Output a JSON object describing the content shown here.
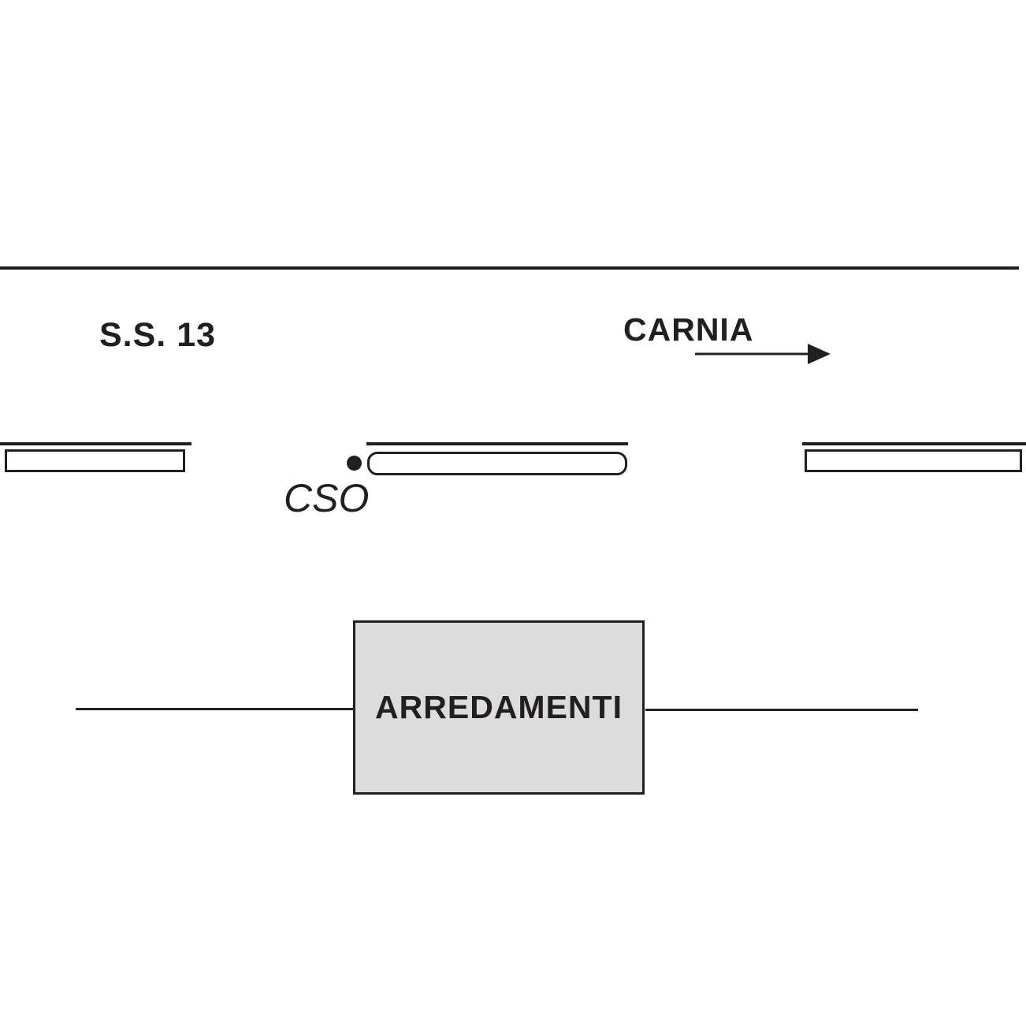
{
  "map": {
    "road_name_label": "S.S. 13",
    "direction_label": "CARNIA",
    "entrance_label": "CSO",
    "building_name": "ARREDAMENTI",
    "icons": {
      "direction_arrow": "right-arrow-icon"
    },
    "colors": {
      "ink": "#231f20",
      "building_fill": "#dcdcdc",
      "background": "#ffffff"
    }
  }
}
